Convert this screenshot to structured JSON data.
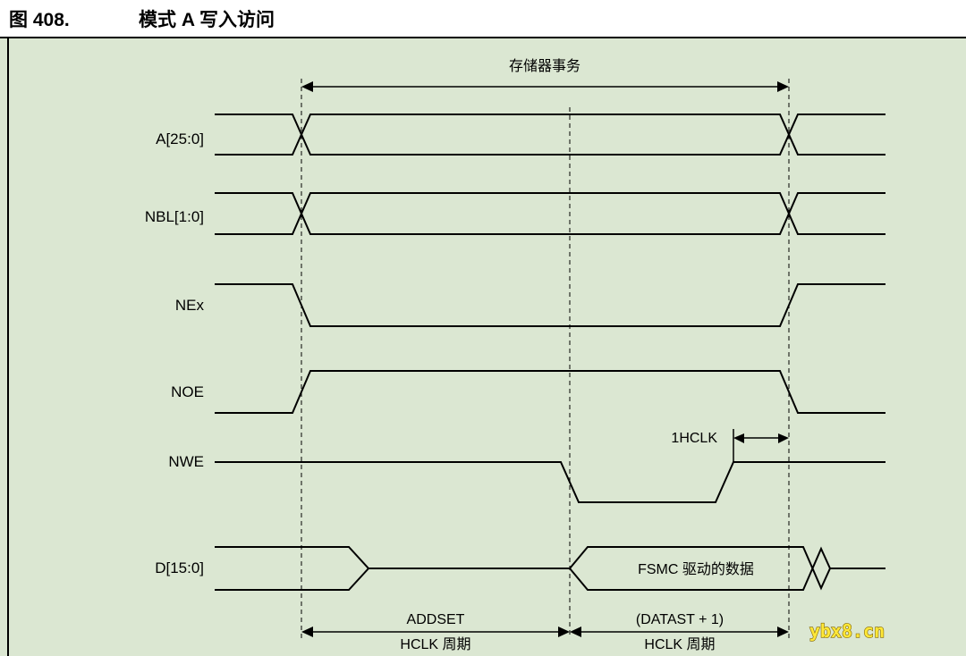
{
  "figure": {
    "label": "图 408.",
    "title": "模式 A 写入访问"
  },
  "signals": {
    "a": "A[25:0]",
    "nbl": "NBL[1:0]",
    "nex": "NEx",
    "noe": "NOE",
    "nwe": "NWE",
    "d": "D[15:0]"
  },
  "annotations": {
    "memory_transaction": "存储器事务",
    "one_hclk": "1HCLK",
    "data_bus_value": "FSMC 驱动的数据",
    "addset": "ADDSET",
    "addset_unit": "HCLK 周期",
    "datast": "(DATAST + 1)",
    "datast_unit": "HCLK 周期"
  },
  "watermark": "ybx8.cn",
  "colors": {
    "diagram_background": "#dbe7d2",
    "line": "#000000",
    "watermark_fill": "#ffe838",
    "watermark_outline": "#806600"
  }
}
